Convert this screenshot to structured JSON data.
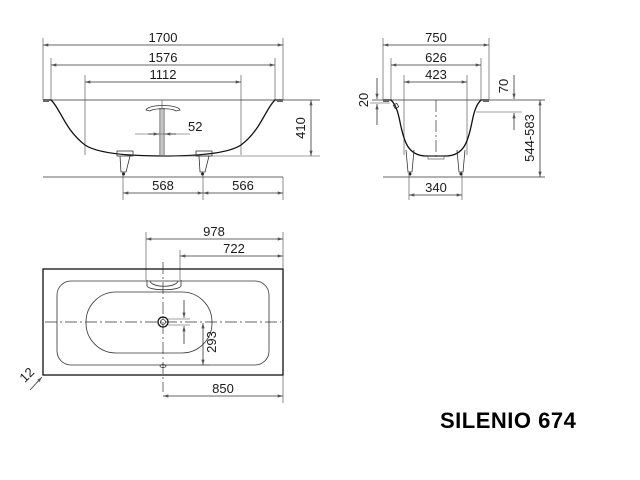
{
  "title": "SILENIO 674",
  "side_view": {
    "dims": {
      "overall_length": "1700",
      "inner_rim_length": "1576",
      "bottom_length": "1112",
      "drain_width": "52",
      "height": "410",
      "foot_spacing_left": "568",
      "foot_spacing_right": "566"
    }
  },
  "end_view": {
    "dims": {
      "overall_width": "750",
      "inner_rim_width": "626",
      "bottom_width": "423",
      "rim_thickness": "20",
      "rim_offset": "70",
      "height_range": "544-583",
      "foot_spacing": "340"
    }
  },
  "top_view": {
    "dims": {
      "drain_to_end": "978",
      "handle_to_end": "722",
      "drain_offset": "293",
      "centerline_to_end": "850",
      "corner_radius": "12"
    }
  },
  "colors": {
    "line": "#333333",
    "text": "#1a1a1a",
    "background": "#ffffff"
  }
}
